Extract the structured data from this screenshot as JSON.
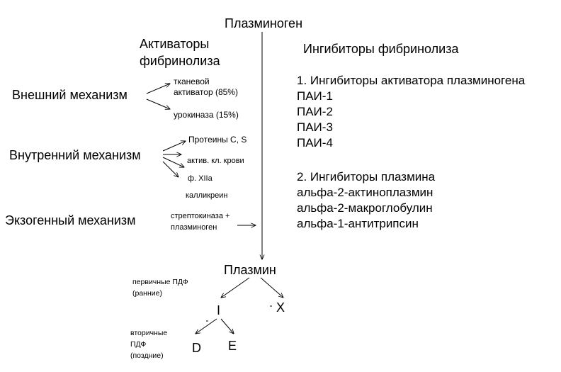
{
  "top": {
    "plasminogen": "Плазминоген"
  },
  "activators": {
    "heading_line1": "Активаторы",
    "heading_line2": "фибринолиза",
    "external": {
      "label": "Внешний механизм",
      "items": [
        "тканевой",
        "активатор (85%)",
        "урокиназа (15%)"
      ]
    },
    "internal": {
      "label": "Внутренний механизм",
      "items": [
        "Протеины С, S",
        "актив. кл. крови",
        "ф. XIIa",
        "калликреин"
      ]
    },
    "exogenous": {
      "label": "Экзогенный механизм",
      "items": [
        "стрептокиназа +",
        "плазминоген"
      ]
    }
  },
  "inhibitors": {
    "heading": "Ингибиторы фибринолиза",
    "group1_title": "1. Ингибиторы активатора плазминогена",
    "group1_items": [
      "ПАИ-1",
      "ПАИ-2",
      "ПАИ-3",
      "ПАИ-4"
    ],
    "group2_title": "2. Ингибиторы плазмина",
    "group2_items": [
      "альфа-2-актиноплазмин",
      "альфа-2-макроглобулин",
      "альфа-1-антитрипсин"
    ]
  },
  "bottom": {
    "plasmin": "Плазмин",
    "primary_line1": "первичные ПДФ",
    "primary_line2": "(ранние)",
    "node_x": "X",
    "node_i": "I",
    "secondary_line1": "вторичные",
    "secondary_line2": "ПДФ",
    "secondary_line3": "(поздние)",
    "node_d": "D",
    "node_e": "E"
  }
}
